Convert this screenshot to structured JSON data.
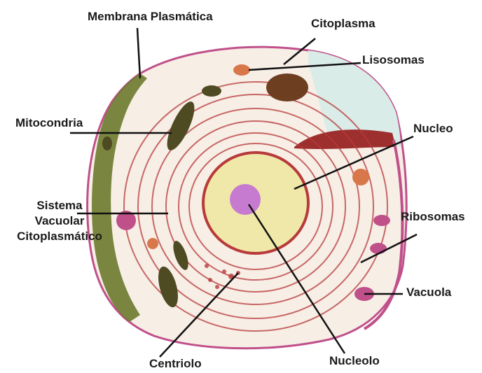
{
  "labels": {
    "membrana": "Membrana Plasmática",
    "citoplasma": "Citoplasma",
    "lisosomas": "Lisosomas",
    "mitocondria": "Mitocondria",
    "nucleo": "Nucleo",
    "sistema_line1": "Sistema",
    "sistema_line2": "Vacuolar",
    "sistema_line3": "Citoplasmático",
    "ribosomas": "Ribosomas",
    "vacuola": "Vacuola",
    "centriolo": "Centriolo",
    "nucleolo": "Nucleolo"
  },
  "colors": {
    "membrane_green": "#6b7a2e",
    "cytoplasm": "#f7eee6",
    "er_red": "#b83a3a",
    "nucleus_fill": "#efe8a8",
    "nucleolus": "#c77bd0",
    "outer_pink": "#c0508a",
    "cut_face": "#d9ece8",
    "mito": "#4e4a22",
    "lysosome": "#d8774a"
  }
}
